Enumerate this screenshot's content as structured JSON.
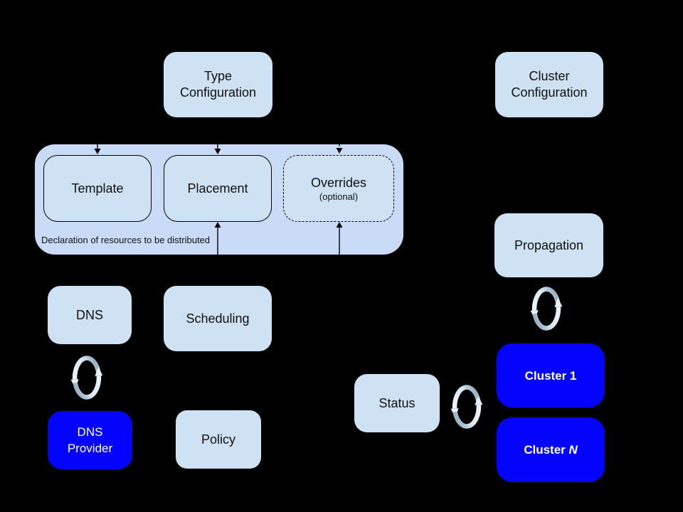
{
  "colors": {
    "background": "#000000",
    "container_fill": "#c9dbf7",
    "node_fill": "#cfe2f3",
    "cluster_fill": "#0404fc",
    "text_dark": "#111111",
    "text_light": "#ffffff",
    "sync_arrow_light": "#e9f0f8",
    "sync_arrow_dark": "#9db4c6",
    "connector": "#000000"
  },
  "nodes": {
    "type_configuration": {
      "label": "Type\nConfiguration"
    },
    "cluster_configuration": {
      "label": "Cluster\nConfiguration"
    },
    "template": {
      "label": "Template"
    },
    "placement": {
      "label": "Placement"
    },
    "overrides": {
      "label": "Overrides",
      "sublabel": "(optional)"
    },
    "declaration_container": {
      "caption": "Declaration of resources to be distributed"
    },
    "dns": {
      "label": "DNS"
    },
    "scheduling": {
      "label": "Scheduling"
    },
    "dns_provider": {
      "label": "DNS\nProvider"
    },
    "policy": {
      "label": "Policy"
    },
    "propagation": {
      "label": "Propagation"
    },
    "status": {
      "label": "Status"
    },
    "cluster_1": {
      "label": "Cluster 1"
    },
    "cluster_n": {
      "prefix": "Cluster ",
      "n": "N"
    }
  },
  "icons": {
    "sync": "sync-arrows-icon"
  }
}
